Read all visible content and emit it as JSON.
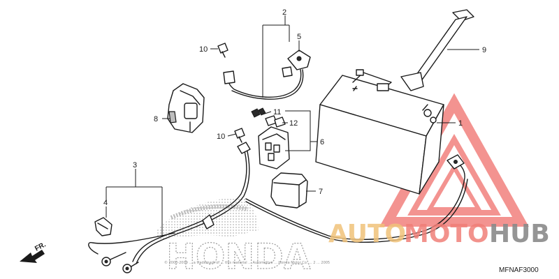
{
  "diagram": {
    "callouts": [
      {
        "id": "1",
        "label": "1"
      },
      {
        "id": "2",
        "label": "2"
      },
      {
        "id": "3",
        "label": "3"
      },
      {
        "id": "4",
        "label": "4"
      },
      {
        "id": "5",
        "label": "5"
      },
      {
        "id": "6",
        "label": "6"
      },
      {
        "id": "7",
        "label": "7"
      },
      {
        "id": "8",
        "label": "8"
      },
      {
        "id": "9",
        "label": "9"
      },
      {
        "id": "10a",
        "label": "10"
      },
      {
        "id": "10b",
        "label": "10"
      },
      {
        "id": "11",
        "label": "11"
      },
      {
        "id": "12",
        "label": "12"
      }
    ],
    "diagram_code": "MFNAF3000",
    "direction_label": "FR.",
    "brand_text": "HONDA",
    "copyright_text": "© 2000-2009 ... a trademark of ... this material ... Automotive ... Honda Motor Co. ... 2 ... 2005"
  },
  "watermark": {
    "part1": "AUTO",
    "part2": "MOTO",
    "part3": "HUB",
    "colors": {
      "triangle": "#ef6f6c",
      "auto": "#f0c27a",
      "moto": "#f07f78",
      "hub": "#8a8a8a"
    }
  }
}
